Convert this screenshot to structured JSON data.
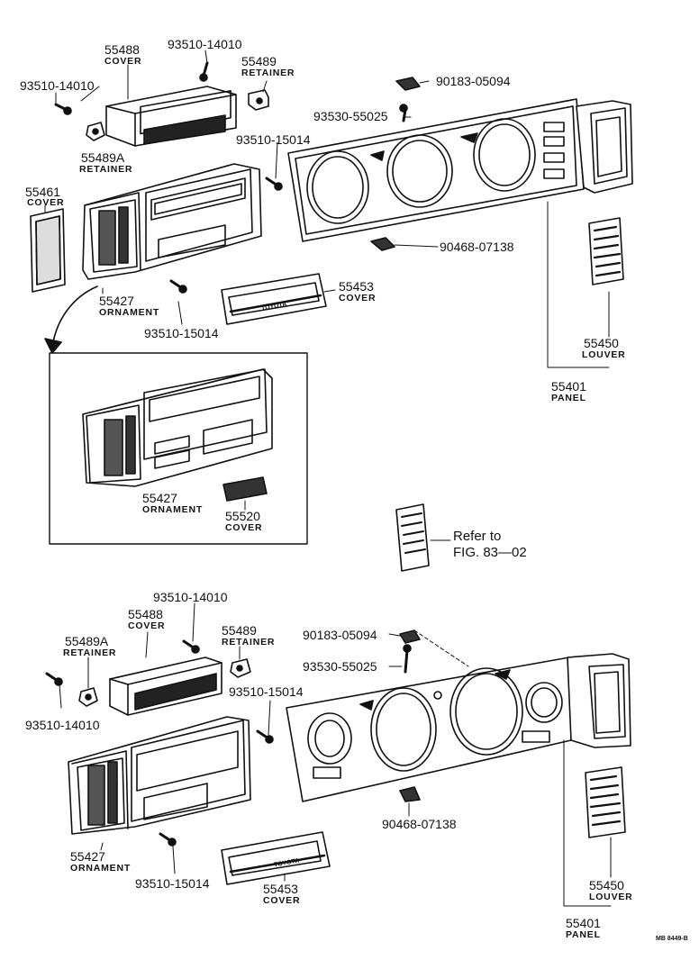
{
  "diagram": {
    "code": "MB 8449-B",
    "ref_note": {
      "line1": "Refer to",
      "line2": "FIG. 83—02"
    },
    "top": {
      "c55488": {
        "pn": "55488",
        "name": "COVER"
      },
      "c55489": {
        "pn": "55489",
        "name": "RETAINER"
      },
      "c55489a": {
        "pn": "55489A",
        "name": "RETAINER"
      },
      "c55461": {
        "pn": "55461",
        "name": "COVER"
      },
      "c55427": {
        "pn": "55427",
        "name": "ORNAMENT"
      },
      "c55453": {
        "pn": "55453",
        "name": "COVER"
      },
      "c55450": {
        "pn": "55450",
        "name": "LOUVER"
      },
      "c55401": {
        "pn": "55401",
        "name": "PANEL"
      },
      "s1": "93510-14010",
      "s2": "93510-14010",
      "s3": "93510-15014",
      "s4": "93510-15014",
      "s5": "90183-05094",
      "s6": "93530-55025",
      "s7": "90468-07138"
    },
    "inset": {
      "c55427": {
        "pn": "55427",
        "name": "ORNAMENT"
      },
      "c55520": {
        "pn": "55520",
        "name": "COVER"
      }
    },
    "bottom": {
      "c55488": {
        "pn": "55488",
        "name": "COVER"
      },
      "c55489": {
        "pn": "55489",
        "name": "RETAINER"
      },
      "c55489a": {
        "pn": "55489A",
        "name": "RETAINER"
      },
      "c55427": {
        "pn": "55427",
        "name": "ORNAMENT"
      },
      "c55453": {
        "pn": "55453",
        "name": "COVER"
      },
      "c55450": {
        "pn": "55450",
        "name": "LOUVER"
      },
      "c55401": {
        "pn": "55401",
        "name": "PANEL"
      },
      "s1": "93510-14010",
      "s2": "93510-14010",
      "s3": "93510-15014",
      "s4": "93510-15014",
      "s5": "90183-05094",
      "s6": "93530-55025",
      "s7": "90468-07138"
    },
    "embossed": {
      "brand": "TOYOTA"
    }
  }
}
